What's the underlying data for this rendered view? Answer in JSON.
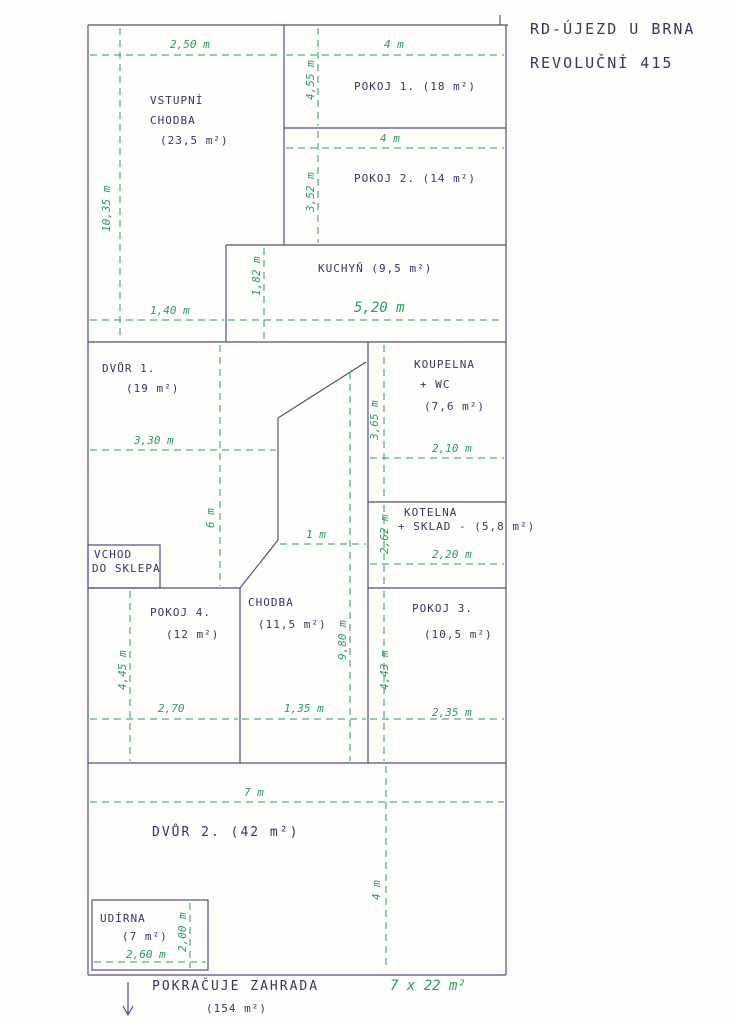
{
  "header": {
    "line1": "RD-ÚJEZD U BRNA",
    "line2": "REVOLUČNÍ 415"
  },
  "rooms": {
    "vstupni_1": "VSTUPNÍ",
    "vstupni_2": "CHODBA",
    "vstupni_3": "(23,5 m²)",
    "pokoj1": "POKOJ 1. (18 m²)",
    "pokoj2": "POKOJ 2. (14 m²)",
    "kuchyn": "KUCHYŇ (9,5 m²)",
    "dvur1_1": "DVŮR 1.",
    "dvur1_2": "(19 m²)",
    "koupelna_1": "KOUPELNA",
    "koupelna_2": "+ WC",
    "koupelna_3": "(7,6 m²)",
    "kotelna_1": "KOTELNA",
    "kotelna_2": "+ SKLAD - (5,8 m²)",
    "vchod_1": "VCHOD",
    "vchod_2": "DO SKLEPA",
    "pokoj4_1": "POKOJ 4.",
    "pokoj4_2": "(12 m²)",
    "chodba_1": "CHODBA",
    "chodba_2": "(11,5 m²)",
    "pokoj3_1": "POKOJ 3.",
    "pokoj3_2": "(10,5 m²)",
    "dvur2": "DVŮR 2. (42 m²)",
    "udirna_1": "UDÍRNA",
    "udirna_2": "(7 m²)",
    "zahrada_1": "POKRAČUJE ZAHRADA",
    "zahrada_2": "(154 m²)"
  },
  "dims": {
    "d_250": "2,50 m",
    "d_4a": "4 m",
    "d_455": "4,55 m",
    "d_4b": "4 m",
    "d_352": "3,52 m",
    "d_1035": "10,35 m",
    "d_182": "1,82 m",
    "d_140": "1,40 m",
    "d_520": "5,20 m",
    "d_330": "3,30 m",
    "d_365": "3,65 m",
    "d_210": "2,10 m",
    "d_6": "6 m",
    "d_1": "1 m",
    "d_262": "2,62 m",
    "d_220": "2,20 m",
    "d_980": "9,80 m",
    "d_445": "4,45 m",
    "d_443": "4,43 m",
    "d_270": "2,70",
    "d_135": "1,35 m",
    "d_235": "2,35 m",
    "d_7": "7 m",
    "d_4c": "4 m",
    "d_200": "2,00 m",
    "d_260": "2,60 m",
    "total": "7 x 22 m²"
  },
  "colors": {
    "ink": "#3a3560",
    "dim": "#2e9a5a"
  }
}
